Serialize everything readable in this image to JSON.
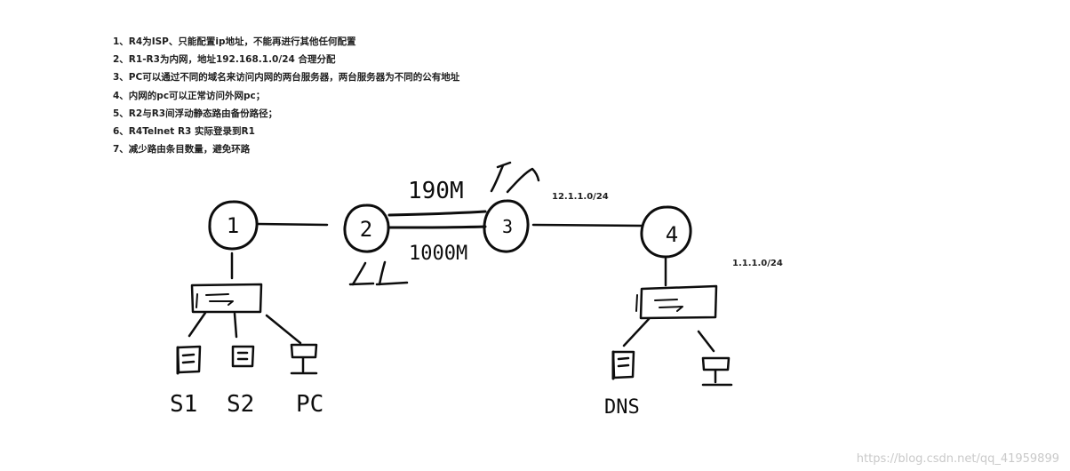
{
  "requirements": [
    "1、R4为ISP、只能配置ip地址，不能再进行其他任何配置",
    "2、R1-R3为内网，地址192.168.1.0/24 合理分配",
    "3、PC可以通过不同的域名来访问内网的两台服务器，两台服务器为不同的公有地址",
    "4、内网的pc可以正常访问外网pc；",
    "5、R2与R3间浮动静态路由备份路径；",
    "6、R4Telnet R3 实际登录到R1",
    "7、减少路由条目数量，避免环路"
  ],
  "network_labels": {
    "wan_subnet": "12.1.1.0/24",
    "isp_subnet": "1.1.1.0/24"
  },
  "routers": {
    "r1": "1",
    "r2": "2",
    "r3": "3",
    "r4": "4"
  },
  "links": {
    "r2_r3_top_speed": "190M",
    "r2_r3_bottom_speed": "1000M"
  },
  "hosts": {
    "s1": "S1",
    "s2": "S2",
    "pc_left": "PC",
    "dns": "DNS"
  },
  "watermark": "https://blog.csdn.net/qq_41959899"
}
